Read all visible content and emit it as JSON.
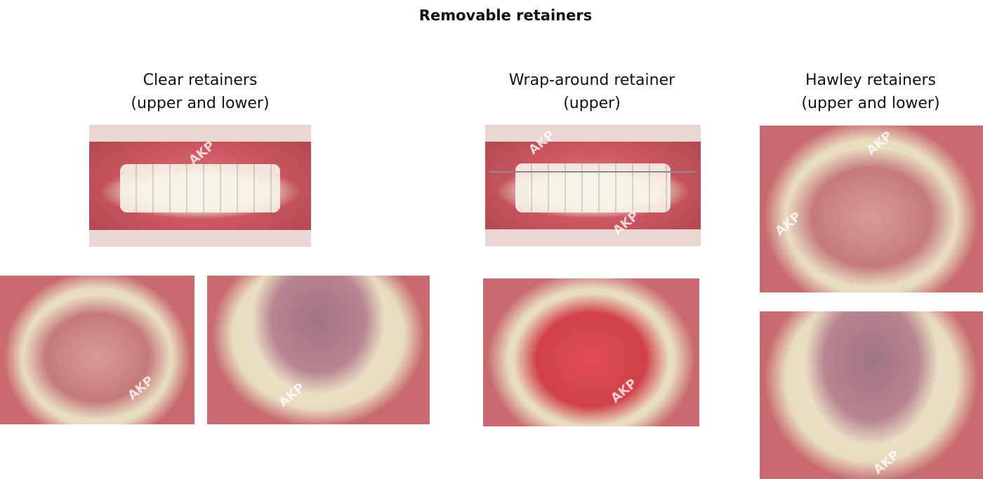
{
  "title": "Removable retainers",
  "sections": [
    {
      "heading_line1": "Clear retainers",
      "heading_line2": "(upper and lower)"
    },
    {
      "heading_line1": "Wrap-around retainer",
      "heading_line2": "(upper)"
    },
    {
      "heading_line1": "Hawley retainers",
      "heading_line2": "(upper and lower)"
    }
  ],
  "watermark": "AKP"
}
